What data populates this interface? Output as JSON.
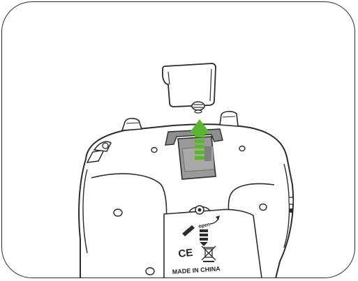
{
  "labels": {
    "made_in": "MADE IN CHINA",
    "open": "open",
    "ce": "CE"
  },
  "colors": {
    "outline": "#2b2b2b",
    "body": "#ffffff",
    "slot": "#9a9a9a",
    "slot_dark": "#7f7f7f",
    "arrow": "#5cb531"
  },
  "icons": {
    "arrow": "up-arrow-icon",
    "screw": "screw-icon",
    "ce": "ce-mark-icon",
    "weee": "crossed-bin-icon",
    "battery": "battery-icon",
    "screwdriver": "screwdriver-icon"
  }
}
